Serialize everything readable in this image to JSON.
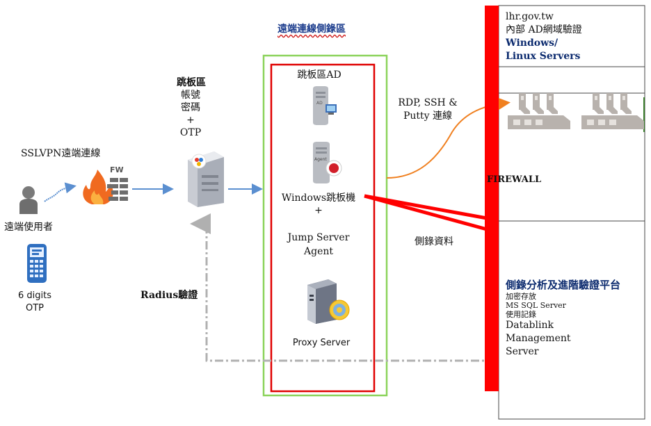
{
  "header": {
    "title": "遠端連線側錄區"
  },
  "user": {
    "ssl_label": "SSLVPN遠端連線",
    "user_label": "遠端使用者",
    "otp_device": [
      "6 digits",
      "OTP"
    ]
  },
  "jump_zone": {
    "title": "跳板區",
    "lines": [
      "帳號",
      "密碼",
      "+",
      "OTP"
    ]
  },
  "recording_zone": {
    "ad_label": "跳板區AD",
    "windows_label": "Windows跳板機",
    "plus": "+",
    "agent_lines": [
      "Jump Server",
      "Agent"
    ],
    "proxy_label": "Proxy Server"
  },
  "flows": {
    "rdp_lines": [
      "RDP, SSH &",
      "Putty 連線"
    ],
    "recording_data": "側錄資料",
    "radius_label": "Radius驗證"
  },
  "firewall": {
    "label": "FIREWALL",
    "color": "#ff0000"
  },
  "internal": {
    "domain": "lhr.gov.tw",
    "ad_label": "內部 AD網域驗證",
    "servers_lines": [
      "Windows/",
      "Linux Servers"
    ]
  },
  "platform": {
    "title": "側錄分析及進階驗證平台",
    "features": [
      "加密存放",
      "MS SQL Server",
      "使用記錄"
    ],
    "product_lines": [
      "Datablink",
      "Management",
      "Server"
    ]
  },
  "fw_icon_text": "FW",
  "agent_icon_text": "Agent",
  "colors": {
    "green_border": "#8bd35a",
    "red_border": "#e00000",
    "arrow_blue": "#5b8fd0",
    "arrow_orange": "#f08020",
    "dash_gray": "#b0b0b0"
  }
}
